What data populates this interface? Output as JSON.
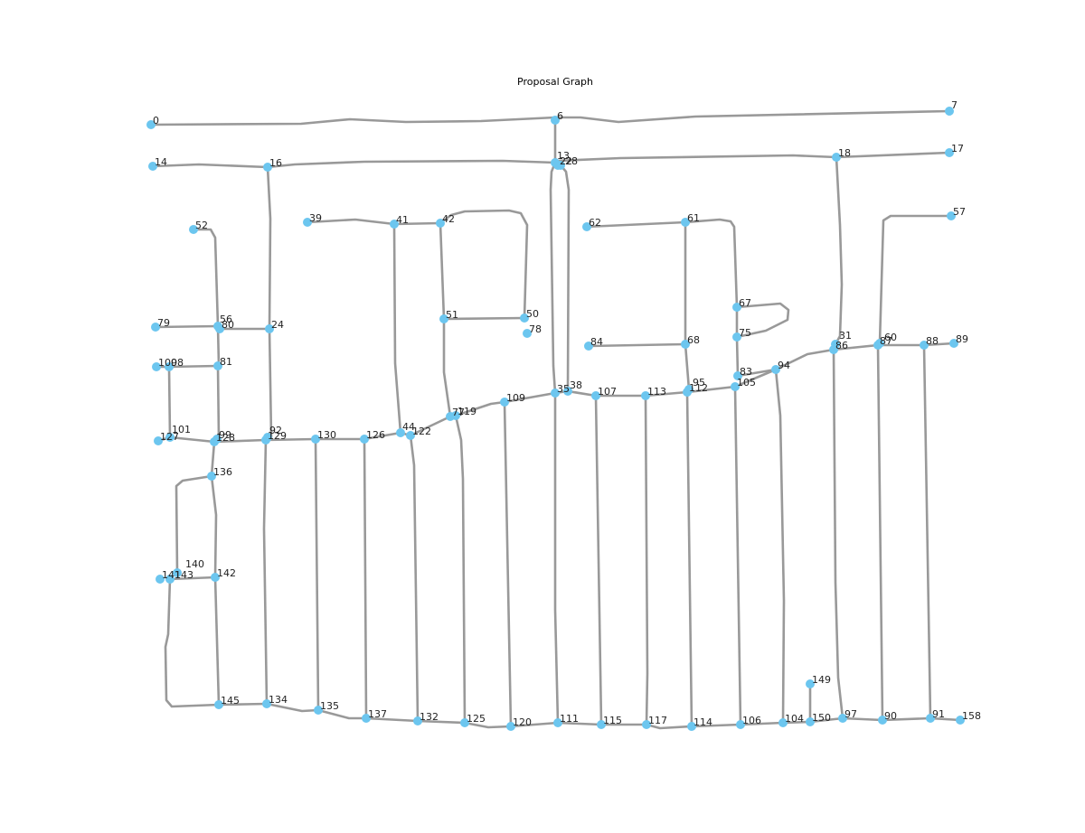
{
  "title": "Proposal Graph",
  "colors": {
    "node": "#6cc6ef",
    "edge": "#999999",
    "label": "#222222"
  },
  "nodes": [
    {
      "id": "0"
    },
    {
      "id": "6"
    },
    {
      "id": "7"
    },
    {
      "id": "14"
    },
    {
      "id": "16"
    },
    {
      "id": "13"
    },
    {
      "id": "22"
    },
    {
      "id": "28"
    },
    {
      "id": "18"
    },
    {
      "id": "17"
    },
    {
      "id": "52"
    },
    {
      "id": "39"
    },
    {
      "id": "41"
    },
    {
      "id": "42"
    },
    {
      "id": "62"
    },
    {
      "id": "61"
    },
    {
      "id": "57"
    },
    {
      "id": "67"
    },
    {
      "id": "79"
    },
    {
      "id": "56"
    },
    {
      "id": "80"
    },
    {
      "id": "24"
    },
    {
      "id": "51"
    },
    {
      "id": "50"
    },
    {
      "id": "78"
    },
    {
      "id": "84"
    },
    {
      "id": "68"
    },
    {
      "id": "75"
    },
    {
      "id": "31"
    },
    {
      "id": "86"
    },
    {
      "id": "87"
    },
    {
      "id": "60"
    },
    {
      "id": "88"
    },
    {
      "id": "89"
    },
    {
      "id": "100"
    },
    {
      "id": "98"
    },
    {
      "id": "81"
    },
    {
      "id": "94"
    },
    {
      "id": "83"
    },
    {
      "id": "105"
    },
    {
      "id": "35"
    },
    {
      "id": "38"
    },
    {
      "id": "107"
    },
    {
      "id": "113"
    },
    {
      "id": "95"
    },
    {
      "id": "112"
    },
    {
      "id": "109"
    },
    {
      "id": "77"
    },
    {
      "id": "119"
    },
    {
      "id": "127"
    },
    {
      "id": "101"
    },
    {
      "id": "99"
    },
    {
      "id": "128"
    },
    {
      "id": "92"
    },
    {
      "id": "129"
    },
    {
      "id": "130"
    },
    {
      "id": "126"
    },
    {
      "id": "44"
    },
    {
      "id": "122"
    },
    {
      "id": "136"
    },
    {
      "id": "140"
    },
    {
      "id": "141"
    },
    {
      "id": "143"
    },
    {
      "id": "142"
    },
    {
      "id": "149"
    },
    {
      "id": "145"
    },
    {
      "id": "134"
    },
    {
      "id": "135"
    },
    {
      "id": "137"
    },
    {
      "id": "132"
    },
    {
      "id": "125"
    },
    {
      "id": "120"
    },
    {
      "id": "111"
    },
    {
      "id": "115"
    },
    {
      "id": "117"
    },
    {
      "id": "114"
    },
    {
      "id": "106"
    },
    {
      "id": "104"
    },
    {
      "id": "150"
    },
    {
      "id": "97"
    },
    {
      "id": "90"
    },
    {
      "id": "91"
    },
    {
      "id": "158"
    }
  ]
}
